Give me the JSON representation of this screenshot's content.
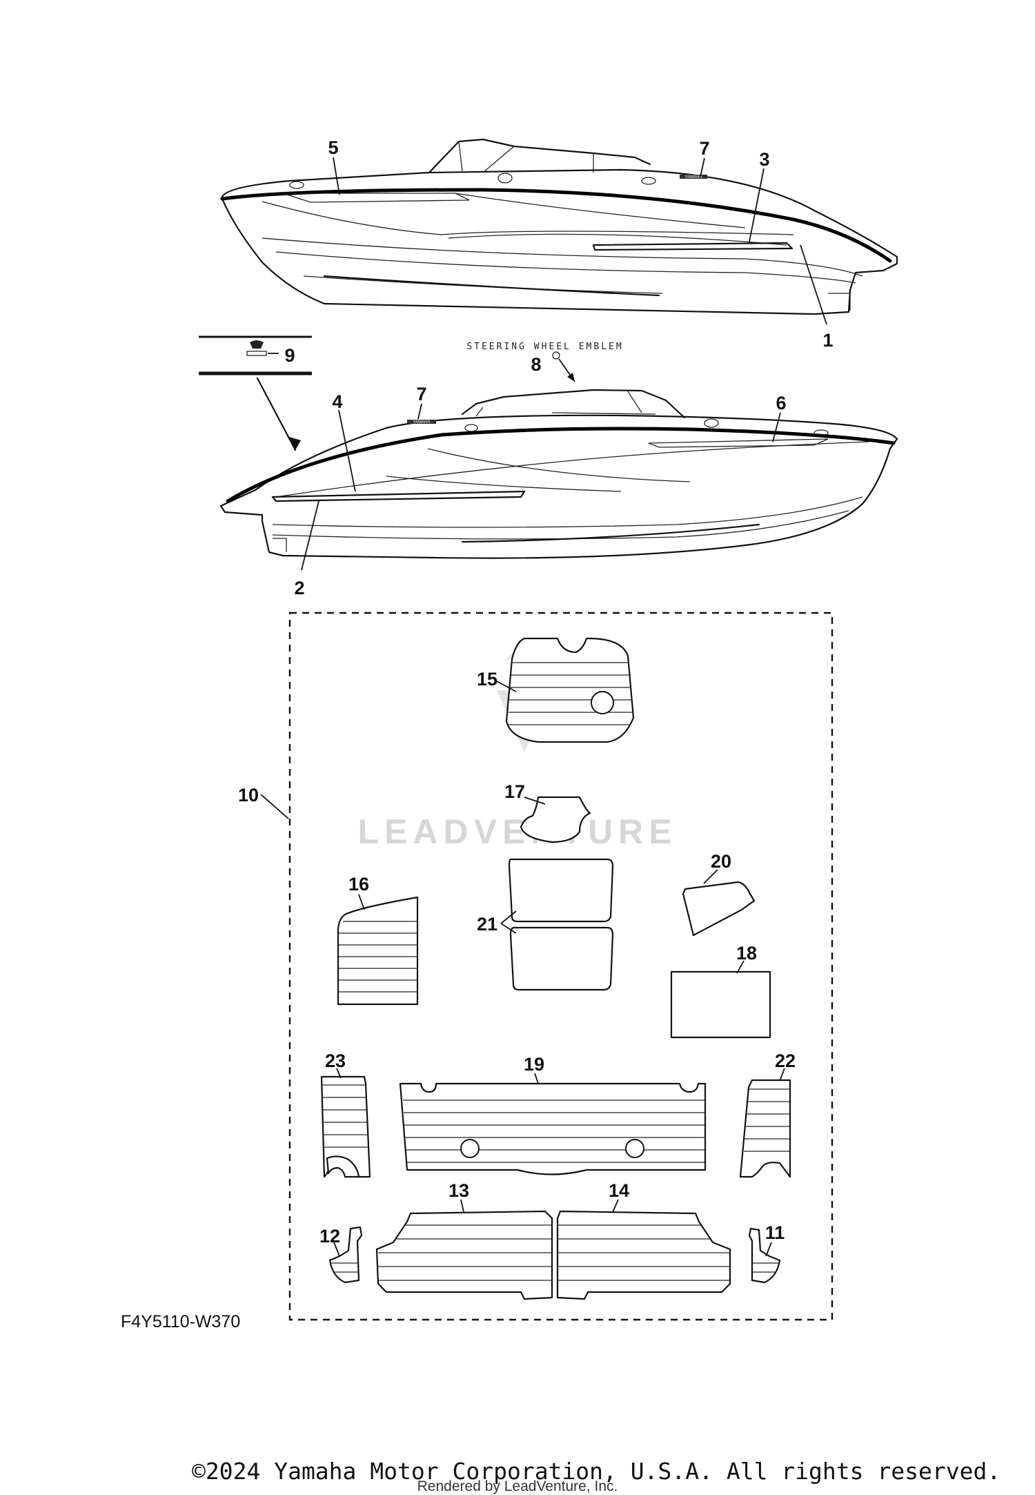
{
  "diagram": {
    "callouts": {
      "c1": "1",
      "c2": "2",
      "c3": "3",
      "c4": "4",
      "c5": "5",
      "c6": "6",
      "c7a": "7",
      "c7b": "7",
      "c8": "8",
      "c9": "9",
      "c10": "10",
      "c11": "11",
      "c12": "12",
      "c13": "13",
      "c14": "14",
      "c15": "15",
      "c16": "16",
      "c17": "17",
      "c18": "18",
      "c19": "19",
      "c20": "20",
      "c21": "21",
      "c22": "22",
      "c23": "23"
    },
    "steering_wheel_label": "STEERING WHEEL EMBLEM",
    "figure_code": "F4Y5110-W370",
    "logo_text": "YAMAHA"
  },
  "watermark_text": "LEADVENTURE",
  "footer": {
    "copyright": "©2024 Yamaha Motor Corporation, U.S.A. All rights reserved.",
    "rendered_by": "Rendered by LeadVenture, Inc."
  }
}
